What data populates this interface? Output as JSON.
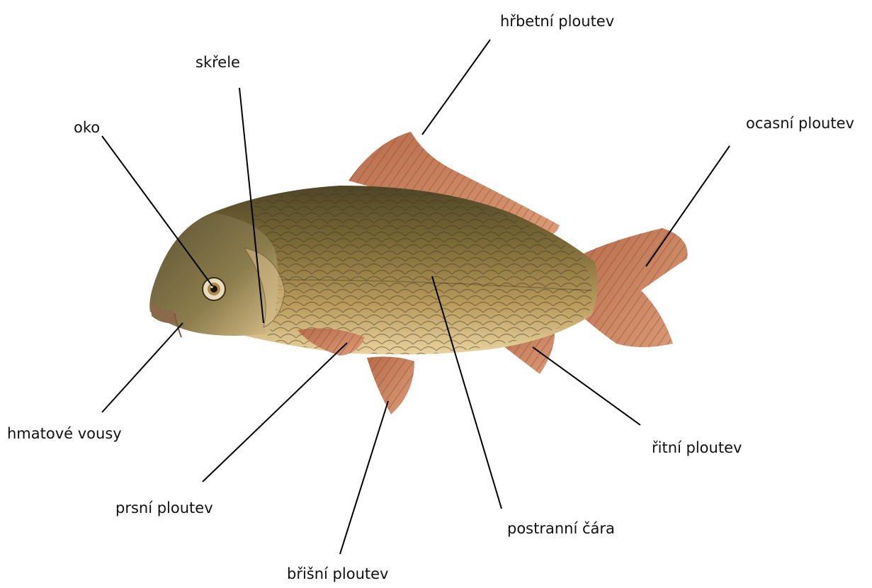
{
  "labels": {
    "dorsal_fin": "hřbetní ploutev",
    "gill_cover": "skřele",
    "eye": "oko",
    "tail_fin": "ocasní ploutev",
    "barbels": "hmatové vousy",
    "anal_fin": "řitní ploutev",
    "pectoral_fin": "prsní ploutev",
    "lateral_line": "postranní čára",
    "pelvic_fin": "břišní ploutev"
  },
  "colors": {
    "body_light": "#c8aa6a",
    "body_dark": "#6b5a2e",
    "belly": "#efd9a8",
    "fin": "#c98360",
    "fin_dark": "#a35c40",
    "line": "#000000"
  }
}
